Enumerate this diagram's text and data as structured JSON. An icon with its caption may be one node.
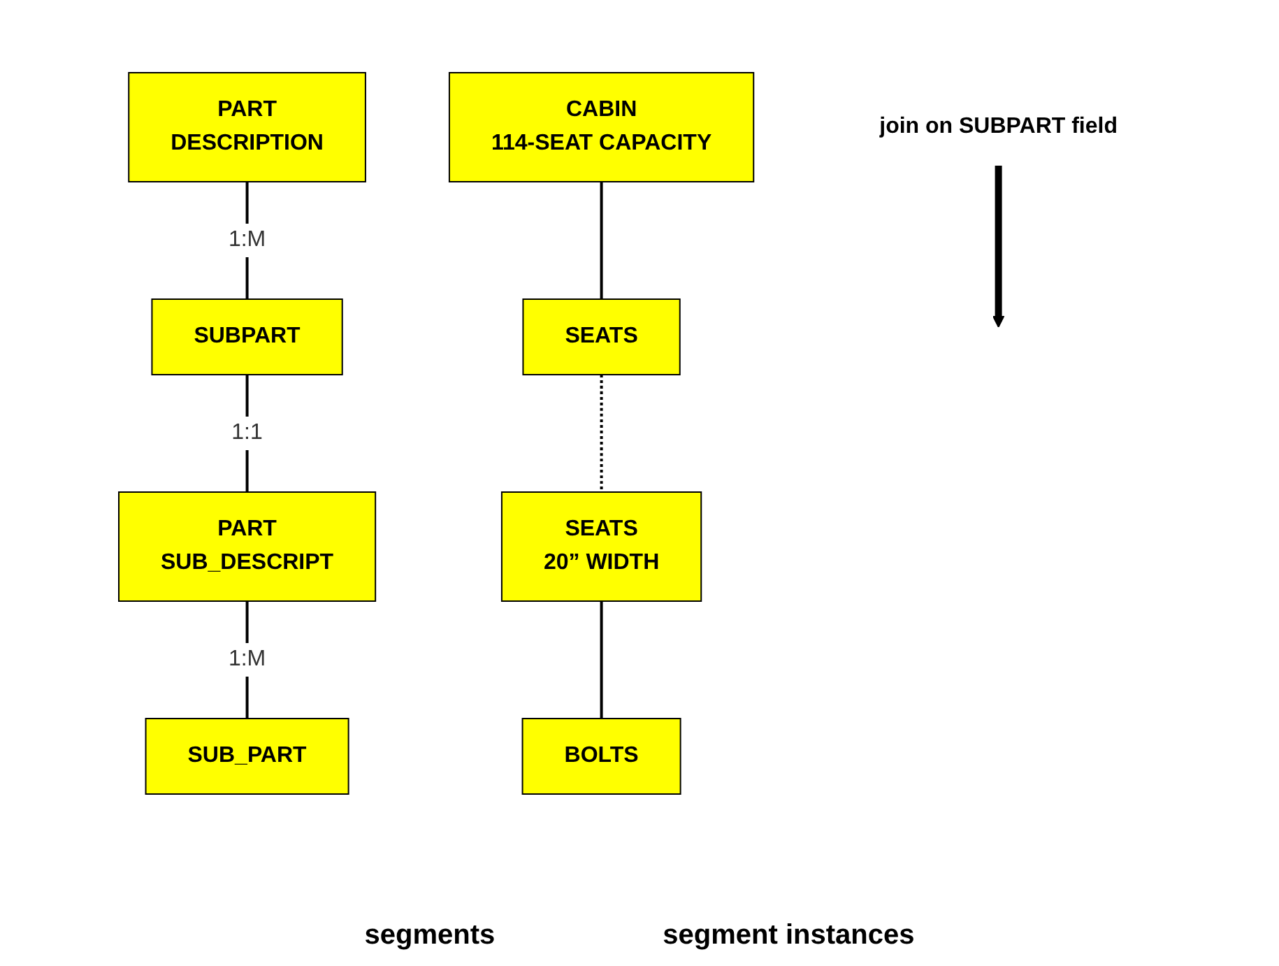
{
  "diagram": {
    "nodes": [
      {
        "text": [
          "PART",
          "DESCRIPTION"
        ]
      },
      {
        "text": [
          "SUBPART"
        ]
      },
      {
        "text": [
          "PART",
          "SUB_DESCRIPT"
        ]
      },
      {
        "text": [
          "SUB_PART"
        ]
      },
      {
        "text": [
          "CABIN",
          "114-SEAT CAPACITY"
        ]
      },
      {
        "text": [
          "SEATS"
        ]
      },
      {
        "text": [
          "SEATS",
          "20” WIDTH"
        ]
      },
      {
        "text": [
          "BOLTS"
        ]
      },
      {
        "text": [
          "join on SUBPART field"
        ]
      }
    ],
    "edges": [
      {
        "from": 0,
        "to": 1,
        "arrow": "none",
        "label": "1:M"
      },
      {
        "from": 1,
        "to": 2,
        "arrow": "none",
        "label": "1:1"
      },
      {
        "from": 2,
        "to": 3,
        "arrow": "none",
        "label": "1:M"
      },
      {
        "from": 4,
        "to": 5,
        "arrow": "none"
      },
      {
        "from": 5,
        "to": 6,
        "arrow": "none",
        "style": "dashed"
      },
      {
        "from": 6,
        "to": 7,
        "arrow": "none"
      },
      {
        "from": 8,
        "to": null,
        "arrow": "to",
        "style": "thick"
      }
    ],
    "labels": [
      "segments",
      "segment instances"
    ]
  }
}
